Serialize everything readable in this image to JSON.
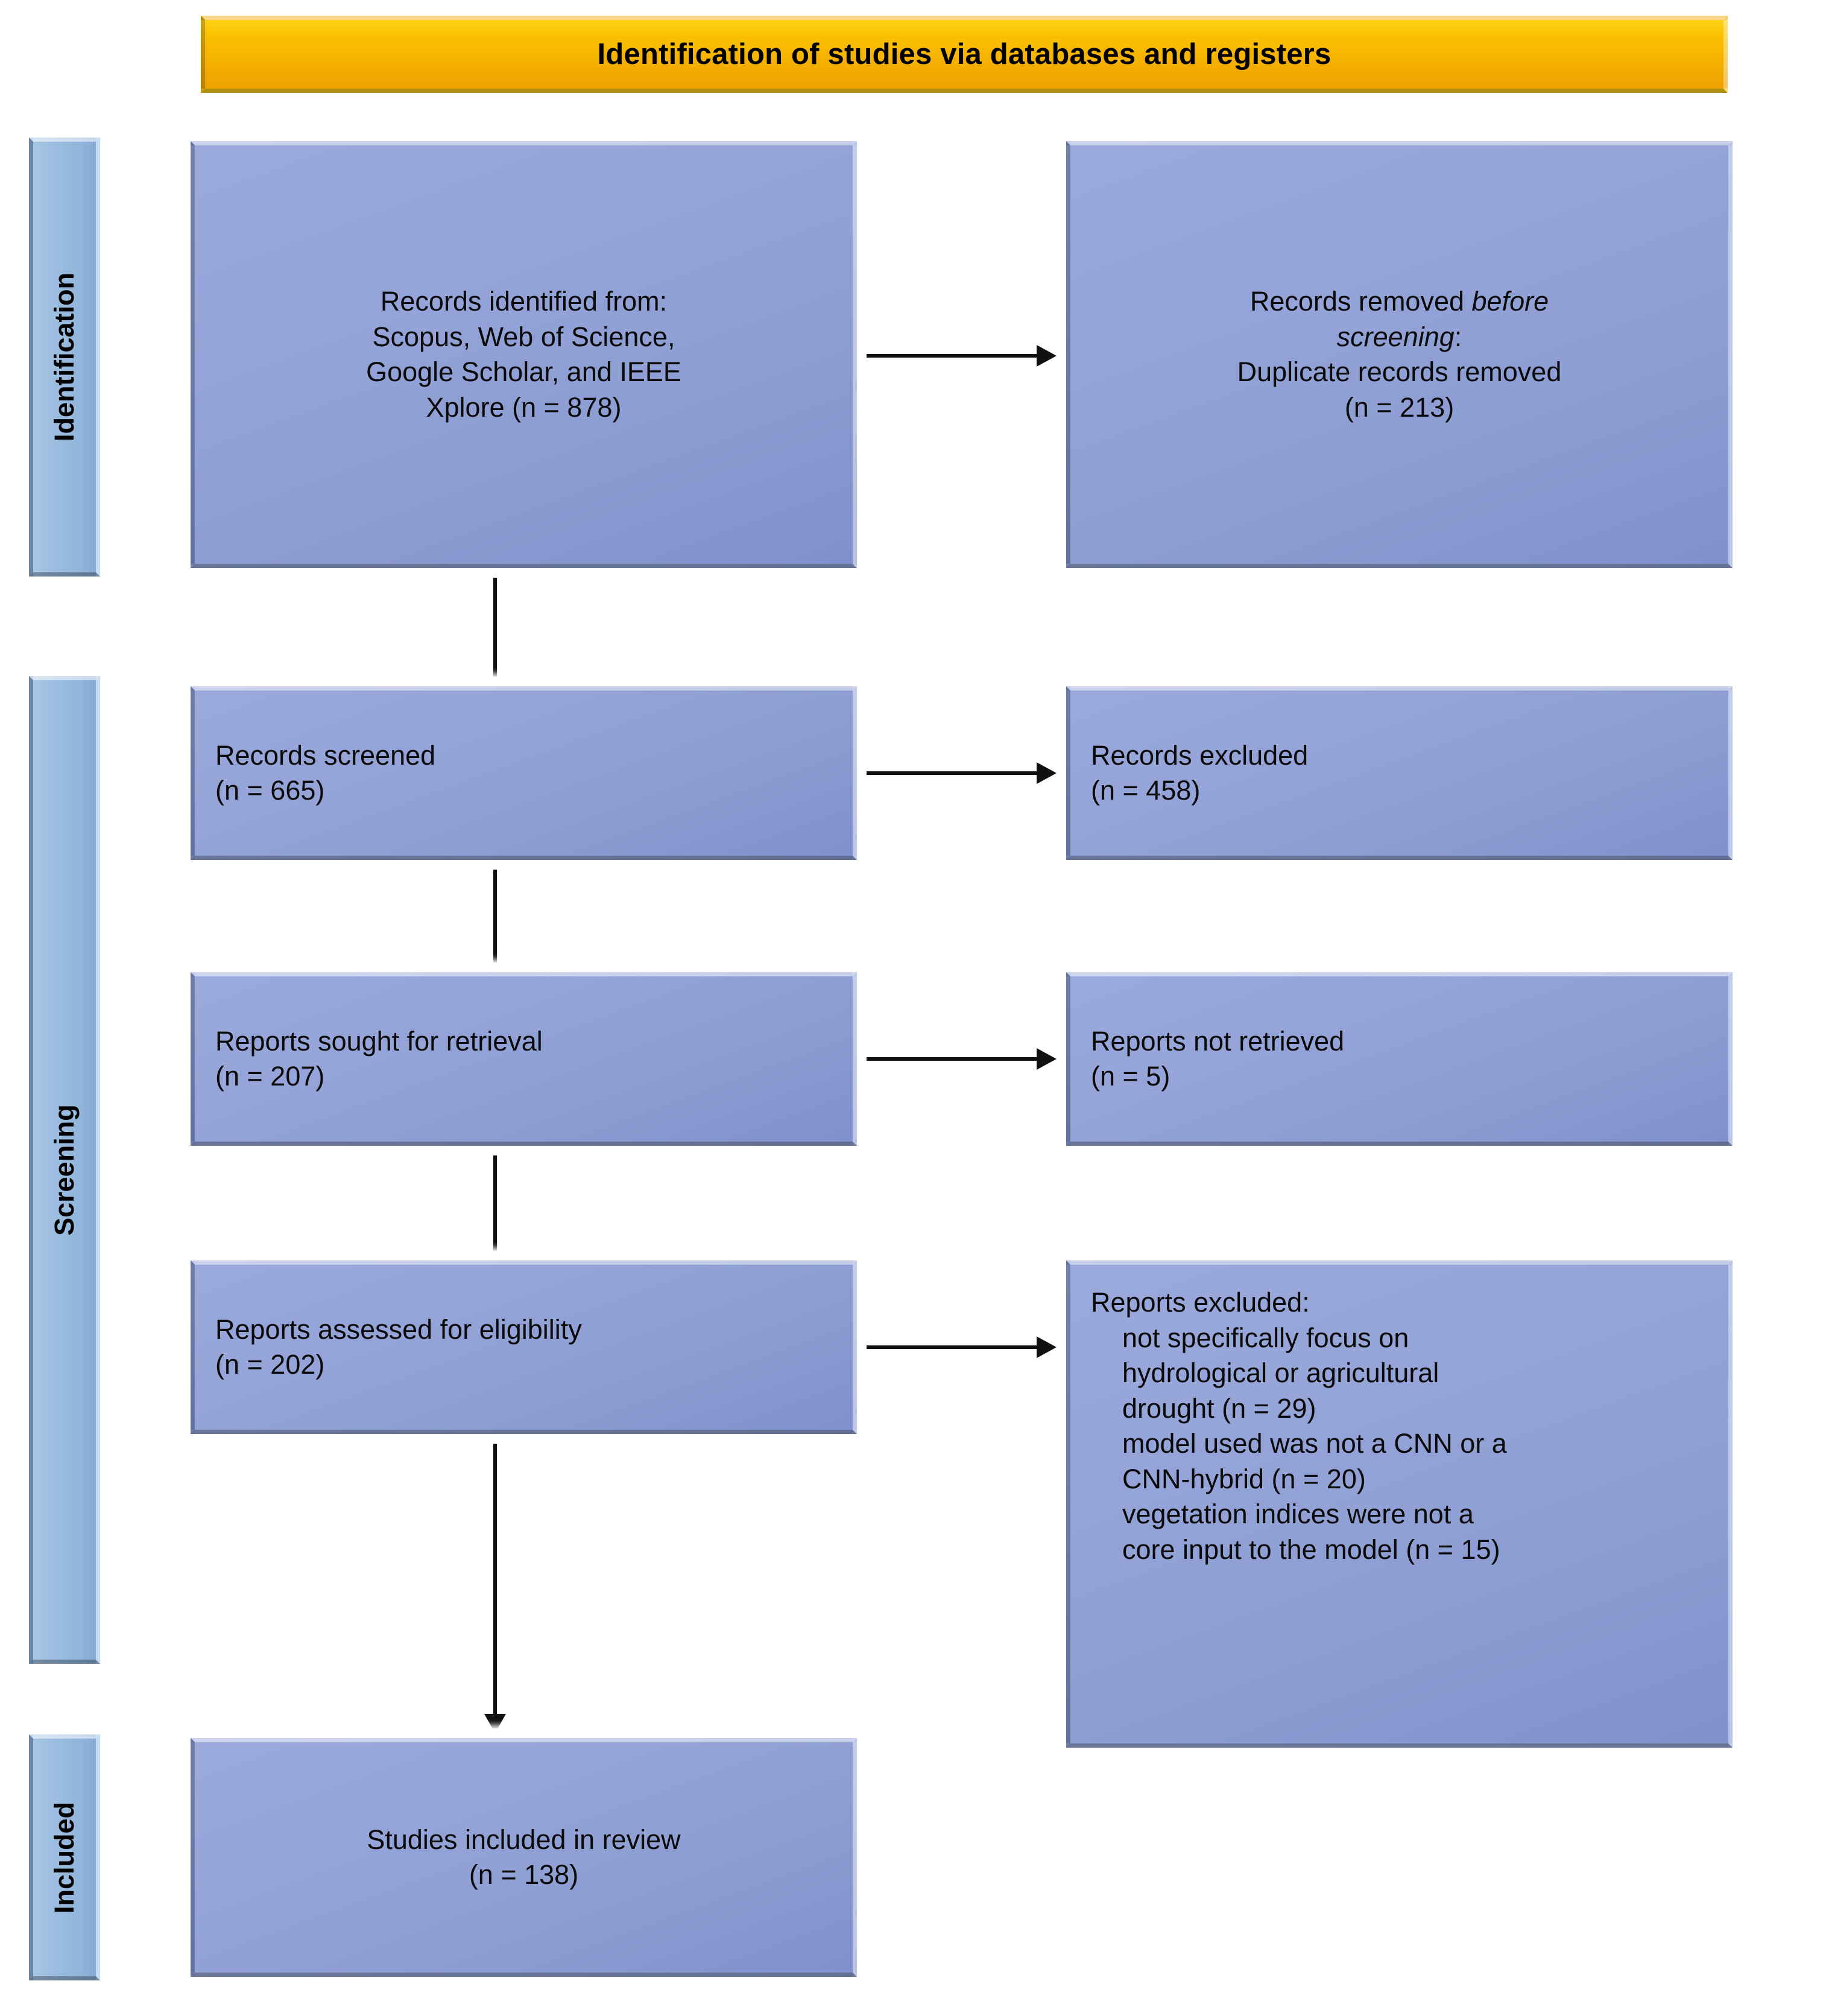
{
  "diagram": {
    "type": "prisma-flow-diagram",
    "banner": {
      "title": "Identification of studies via databases and registers",
      "color": "#F2A900"
    },
    "stages": [
      {
        "id": "identification",
        "label": "Identification",
        "color": "#9DBEE0"
      },
      {
        "id": "screening",
        "label": "Screening",
        "color": "#9DBEE0"
      },
      {
        "id": "included",
        "label": "Included",
        "color": "#9DBEE0"
      }
    ],
    "box_color": "#8B9CD2",
    "boxes": {
      "records_identified": {
        "lines": [
          "Records identified from:",
          "Scopus, Web of Science,",
          "Google Scholar, and IEEE",
          "Xplore (n = 878)"
        ],
        "n": 878
      },
      "records_removed": {
        "line1_pre": "Records removed ",
        "line1_italic": "before",
        "line2_italic": "screening",
        "line2_post": ":",
        "line3": "Duplicate records removed",
        "line4": "(n = 213)",
        "n": 213
      },
      "records_screened": {
        "line1": "Records screened",
        "line2": "(n = 665)",
        "n": 665
      },
      "records_excluded": {
        "line1": "Records excluded",
        "line2": "(n = 458)",
        "n": 458
      },
      "reports_sought": {
        "line1": "Reports sought for retrieval",
        "line2": "(n = 207)",
        "n": 207
      },
      "reports_not_retrieved": {
        "line1": "Reports not retrieved",
        "line2": "(n = 5)",
        "n": 5
      },
      "reports_assessed": {
        "line1": "Reports assessed  for eligibility",
        "line2": "(n = 202)",
        "n": 202
      },
      "reports_excluded": {
        "heading": "Reports excluded:",
        "reasons": [
          "not specifically focus on",
          "hydrological or agricultural",
          "drought (n = 29)",
          "model used was not a CNN or a",
          "CNN-hybrid (n = 20)",
          "vegetation indices were not a",
          "core input to the model (n = 15)"
        ],
        "counts": [
          29,
          20,
          15
        ]
      },
      "studies_included": {
        "line1": "Studies included in review",
        "line2": "(n = 138)",
        "n": 138
      }
    },
    "arrows": [
      {
        "id": "identified-to-removed",
        "direction": "right"
      },
      {
        "id": "identified-to-screened",
        "direction": "down"
      },
      {
        "id": "screened-to-excluded",
        "direction": "right"
      },
      {
        "id": "screened-to-sought",
        "direction": "down"
      },
      {
        "id": "sought-to-not-retrieved",
        "direction": "right"
      },
      {
        "id": "sought-to-assessed",
        "direction": "down"
      },
      {
        "id": "assessed-to-excluded",
        "direction": "right"
      },
      {
        "id": "assessed-to-included",
        "direction": "down"
      }
    ]
  }
}
